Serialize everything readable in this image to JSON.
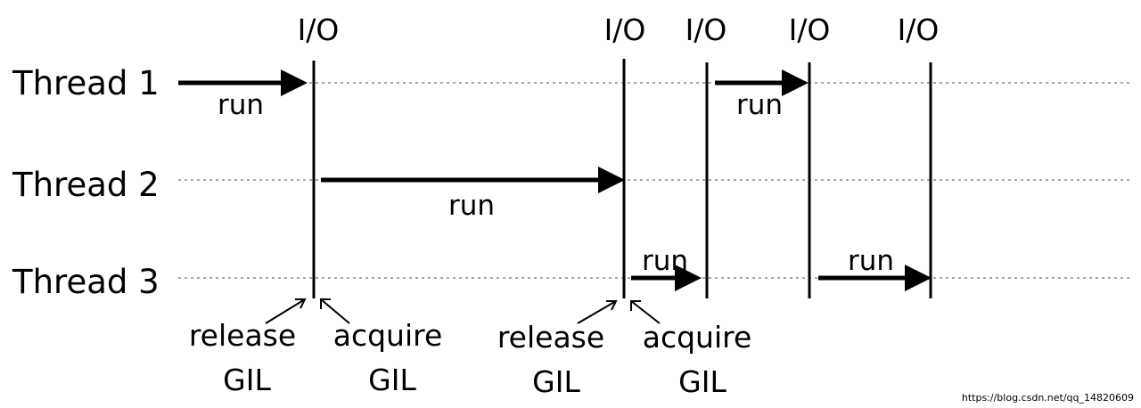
{
  "io_labels": [
    "I/O",
    "I/O",
    "I/O",
    "I/O",
    "I/O"
  ],
  "threads": [
    {
      "label": "Thread 1"
    },
    {
      "label": "Thread 2"
    },
    {
      "label": "Thread 3"
    }
  ],
  "runs": [
    {
      "thread": 1,
      "label": "run"
    },
    {
      "thread": 1,
      "label": "run"
    },
    {
      "thread": 2,
      "label": "run"
    },
    {
      "thread": 3,
      "label": "run"
    },
    {
      "thread": 3,
      "label": "run"
    }
  ],
  "gil_annotations": [
    {
      "line1": "release",
      "line2": "GIL"
    },
    {
      "line1": "acquire",
      "line2": "GIL"
    },
    {
      "line1": "release",
      "line2": "GIL"
    },
    {
      "line1": "acquire",
      "line2": "GIL"
    }
  ],
  "watermark": "https://blog.csdn.net/qq_14820609"
}
